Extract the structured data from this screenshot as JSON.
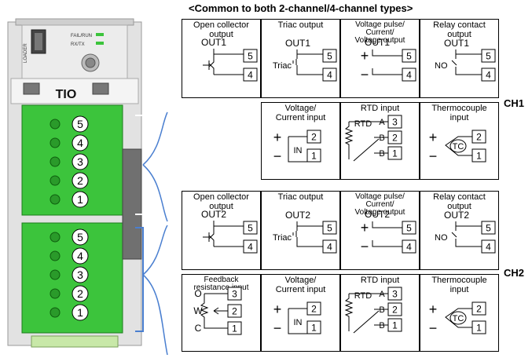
{
  "header": {
    "title": "<Common to both 2-channel/4-channel types>"
  },
  "device": {
    "model_label": "TIO",
    "led_fail_run": "FAIL/RUN",
    "led_rx_tx": "RX/TX",
    "loader_label": "LOADER",
    "terminal_numbers": [
      "5",
      "4",
      "3",
      "2",
      "1"
    ]
  },
  "ch1": {
    "label": "CH1",
    "outputs": [
      {
        "title": "Open collector\noutput",
        "signal": "OUT1",
        "terminals": [
          "5",
          "4"
        ]
      },
      {
        "title": "Triac output",
        "signal": "OUT1",
        "sub": "Triac",
        "terminals": [
          "5",
          "4"
        ]
      },
      {
        "title": "Voltage pulse/\nCurrent/\nVoltage output",
        "signal": "OUT1",
        "plus": "+",
        "minus": "−",
        "terminals": [
          "5",
          "4"
        ]
      },
      {
        "title": "Relay contact\noutput",
        "signal": "OUT1",
        "sub": "NO",
        "terminals": [
          "5",
          "4"
        ]
      }
    ],
    "inputs": [
      {
        "title": "Voltage/\nCurrent input",
        "plus": "+",
        "minus": "−",
        "sensor": "IN",
        "terminals": [
          "2",
          "1"
        ]
      },
      {
        "title": "RTD input",
        "sensor": "RTD",
        "pins": [
          "A",
          "B",
          "B"
        ],
        "terminals": [
          "3",
          "2",
          "1"
        ]
      },
      {
        "title": "Thermocouple\ninput",
        "plus": "+",
        "minus": "−",
        "sensor": "TC",
        "terminals": [
          "2",
          "1"
        ]
      }
    ]
  },
  "ch2": {
    "label": "CH2",
    "outputs": [
      {
        "title": "Open collector\noutput",
        "signal": "OUT2",
        "terminals": [
          "5",
          "4"
        ]
      },
      {
        "title": "Triac output",
        "signal": "OUT2",
        "sub": "Triac",
        "terminals": [
          "5",
          "4"
        ]
      },
      {
        "title": "Voltage pulse/\nCurrent/\nVoltage output",
        "signal": "OUT2",
        "plus": "+",
        "minus": "−",
        "terminals": [
          "5",
          "4"
        ]
      },
      {
        "title": "Relay contact\noutput",
        "signal": "OUT2",
        "sub": "NO",
        "terminals": [
          "5",
          "4"
        ]
      }
    ],
    "inputs": [
      {
        "title": "Feedback\nresistance input",
        "pins": [
          "O",
          "W",
          "C"
        ],
        "terminals": [
          "3",
          "2",
          "1"
        ]
      },
      {
        "title": "Voltage/\nCurrent input",
        "plus": "+",
        "minus": "−",
        "sensor": "IN",
        "terminals": [
          "2",
          "1"
        ]
      },
      {
        "title": "RTD input",
        "sensor": "RTD",
        "pins": [
          "A",
          "B",
          "B"
        ],
        "terminals": [
          "3",
          "2",
          "1"
        ]
      },
      {
        "title": "Thermocouple\ninput",
        "plus": "+",
        "minus": "−",
        "sensor": "TC",
        "terminals": [
          "2",
          "1"
        ]
      }
    ]
  },
  "colors": {
    "terminal_green": "#3cc43c",
    "brace_blue": "#4a7fd0",
    "module_gray": "#d8d8d8"
  }
}
